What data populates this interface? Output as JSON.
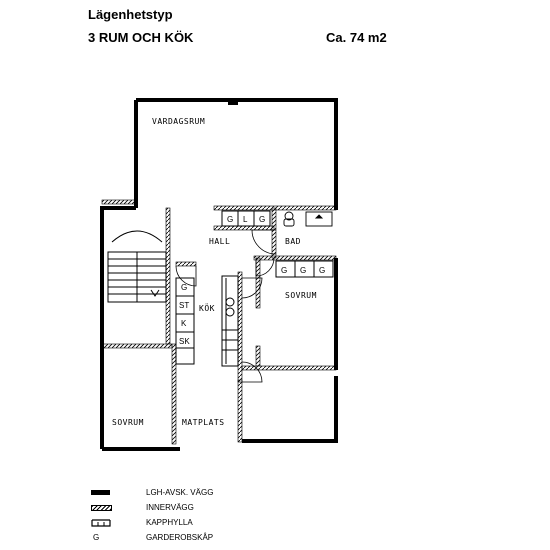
{
  "header": {
    "title": "Lägenhetstyp",
    "type": "3 RUM OCH KÖK",
    "area": "Ca. 74 m2"
  },
  "rooms": {
    "living": "VARDAGSRUM",
    "hall": "HALL",
    "bath": "BAD",
    "kitchen": "KÖK",
    "bedroom_right": "SOVRUM",
    "bedroom_left": "SOVRUM",
    "dining": "MATPLATS"
  },
  "fixtures": {
    "hall_cabinets": [
      "G",
      "L",
      "G"
    ],
    "bedroom_cabinets": [
      "G",
      "G",
      "G"
    ],
    "kitchen_units": [
      "G",
      "ST",
      "K",
      "SK"
    ]
  },
  "legend": [
    {
      "symbol": "thick-wall",
      "label": "LGH-AVSK. VÄGG"
    },
    {
      "symbol": "inner-wall",
      "label": "INNERVÄGG"
    },
    {
      "symbol": "hat-shelf",
      "label": "KAPPHYLLA"
    },
    {
      "symbol": "G",
      "label": "GARDEROBSKÅP"
    }
  ]
}
